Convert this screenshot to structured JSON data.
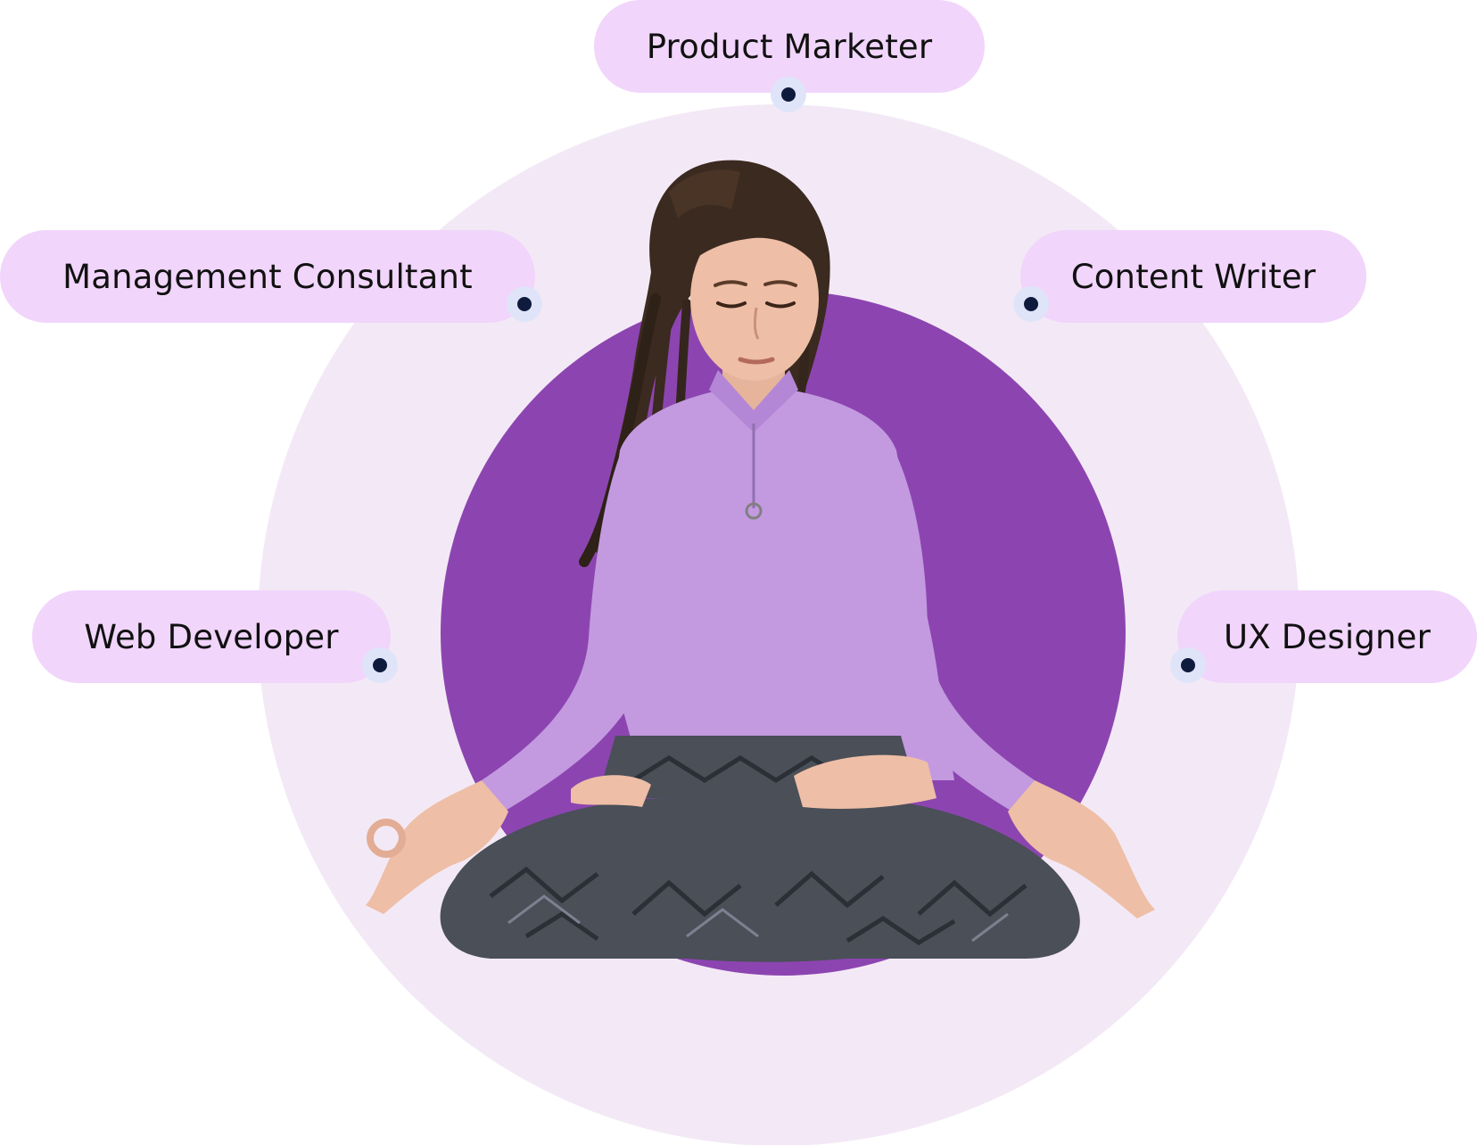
{
  "roles": {
    "product_marketer": "Product Marketer",
    "management_consultant": "Management Consultant",
    "content_writer": "Content Writer",
    "web_developer": "Web Developer",
    "ux_designer": "UX Designer"
  },
  "colors": {
    "pill_background": "#f1d5fb",
    "outer_circle": "#f3e9f6",
    "inner_circle": "#8c45b0",
    "connector_dot": "#0f1b3d",
    "connector_halo": "#dfe4f9"
  },
  "image": {
    "subject": "woman-meditating-in-lotus-pose-illustration"
  }
}
